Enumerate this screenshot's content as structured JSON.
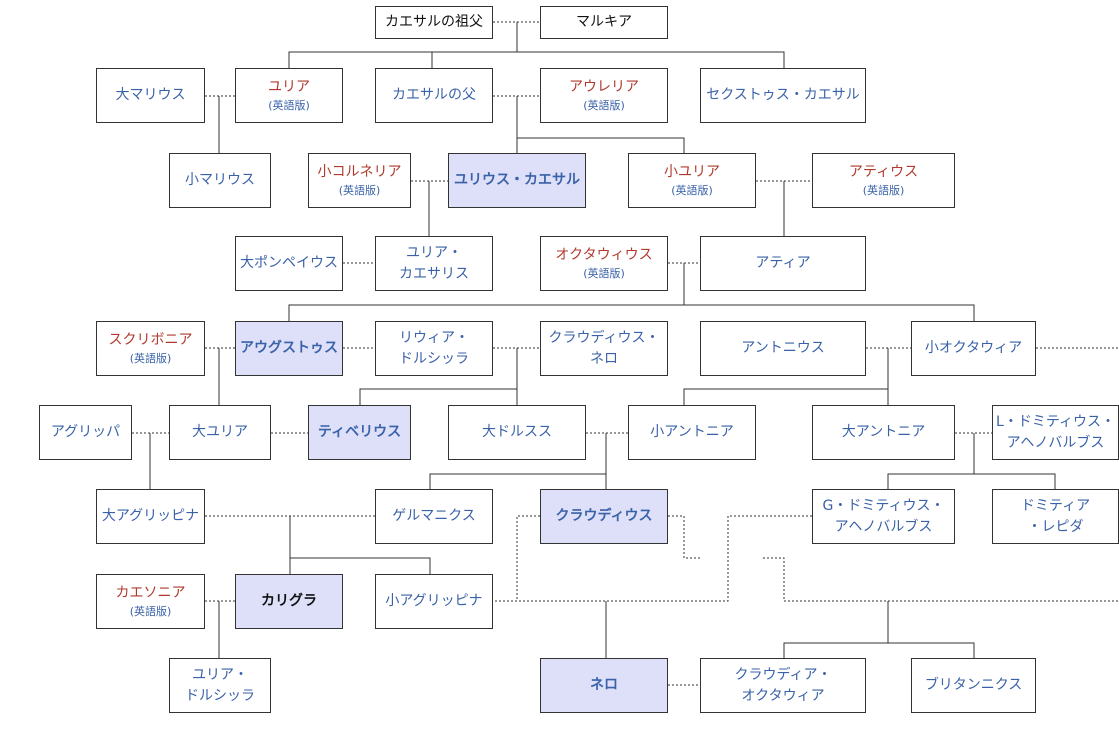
{
  "people": {
    "caesar_grandfather": {
      "lines": [
        "カエサルの祖父"
      ]
    },
    "marcia": {
      "lines": [
        "マルキア"
      ]
    },
    "marius_elder": {
      "lines": [
        "大マリウス"
      ]
    },
    "julia": {
      "lines": [
        "ユリア"
      ],
      "sub": "(英語版)"
    },
    "caesar_father": {
      "lines": [
        "カエサルの父"
      ]
    },
    "aurelia": {
      "lines": [
        "アウレリア"
      ],
      "sub": "(英語版)"
    },
    "sextus_caesar": {
      "lines": [
        "セクストゥス・カエサル"
      ]
    },
    "marius_younger": {
      "lines": [
        "小マリウス"
      ]
    },
    "cornelia": {
      "lines": [
        "小コルネリア"
      ],
      "sub": "(英語版)"
    },
    "julius_caesar": {
      "lines": [
        "ユリウス・カエサル"
      ]
    },
    "julia_minor": {
      "lines": [
        "小ユリア"
      ],
      "sub": "(英語版)"
    },
    "atius": {
      "lines": [
        "アティウス"
      ],
      "sub": "(英語版)"
    },
    "pompey": {
      "lines": [
        "大ポンペイウス"
      ]
    },
    "julia_caesaris": {
      "lines": [
        "ユリア・",
        "カエサリス"
      ]
    },
    "octavius": {
      "lines": [
        "オクタウィウス"
      ],
      "sub": "(英語版)"
    },
    "atia": {
      "lines": [
        "アティア"
      ]
    },
    "scribonia": {
      "lines": [
        "スクリボニア"
      ],
      "sub": "(英語版)"
    },
    "augustus": {
      "lines": [
        "アウグストゥス"
      ]
    },
    "livia": {
      "lines": [
        "リウィア・",
        "ドルシッラ"
      ]
    },
    "claudius_nero": {
      "lines": [
        "クラウディウス・",
        "ネロ"
      ]
    },
    "antonius": {
      "lines": [
        "アントニウス"
      ]
    },
    "octavia_minor": {
      "lines": [
        "小オクタウィア"
      ]
    },
    "agrippa": {
      "lines": [
        "アグリッパ"
      ]
    },
    "julia_elder": {
      "lines": [
        "大ユリア"
      ]
    },
    "tiberius": {
      "lines": [
        "ティベリウス"
      ]
    },
    "drusus_elder": {
      "lines": [
        "大ドルスス"
      ]
    },
    "antonia_minor": {
      "lines": [
        "小アントニア"
      ]
    },
    "antonia_major": {
      "lines": [
        "大アントニア"
      ]
    },
    "l_domitius": {
      "lines": [
        "L・ドミティウス・",
        "アヘノバルブス"
      ]
    },
    "agrippina_elder": {
      "lines": [
        "大アグリッピナ"
      ]
    },
    "germanicus": {
      "lines": [
        "ゲルマニクス"
      ]
    },
    "claudius": {
      "lines": [
        "クラウディウス"
      ]
    },
    "g_domitius": {
      "lines": [
        "G・ドミティウス・",
        "アヘノバルブス"
      ]
    },
    "domitia_lepida": {
      "lines": [
        "ドミティア",
        "・レピダ"
      ]
    },
    "caesonia": {
      "lines": [
        "カエソニア"
      ],
      "sub": "(英語版)"
    },
    "caligula": {
      "lines": [
        "カリグラ"
      ]
    },
    "agrippina_younger": {
      "lines": [
        "小アグリッピナ"
      ]
    },
    "julia_drusilla": {
      "lines": [
        "ユリア・",
        "ドルシッラ"
      ]
    },
    "nero": {
      "lines": [
        "ネロ"
      ]
    },
    "claudia_octavia": {
      "lines": [
        "クラウディア・",
        "オクタウィア"
      ]
    },
    "britannicus": {
      "lines": [
        "ブリタンニクス"
      ]
    }
  }
}
